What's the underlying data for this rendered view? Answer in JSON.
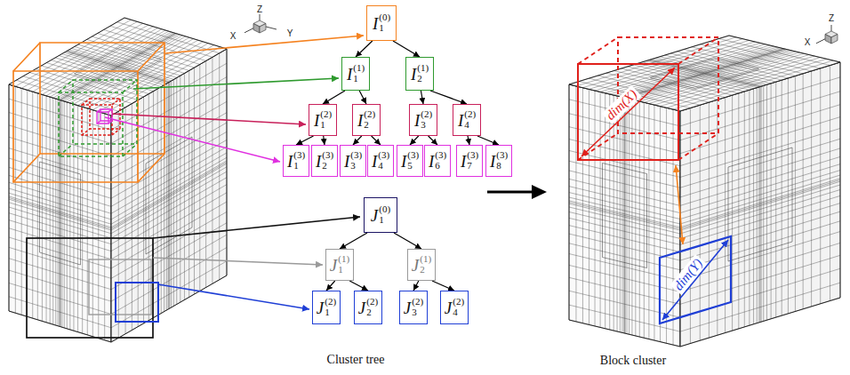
{
  "diagram": {
    "nodes": [
      {
        "text": [
          "I",
          "1",
          "(0)"
        ]
      },
      {
        "text": [
          "I",
          "1",
          "(1)"
        ]
      },
      {
        "text": [
          "I",
          "2",
          "(1)"
        ]
      },
      {
        "text": [
          "I",
          "1",
          "(2)"
        ]
      },
      {
        "text": [
          "I",
          "2",
          "(2)"
        ]
      },
      {
        "text": [
          "I",
          "3",
          "(2)"
        ]
      },
      {
        "text": [
          "I",
          "4",
          "(2)"
        ]
      },
      {
        "text": [
          "I",
          "1",
          "(3)"
        ]
      },
      {
        "text": [
          "I",
          "2",
          "(3)"
        ]
      },
      {
        "text": [
          "I",
          "3",
          "(3)"
        ]
      },
      {
        "text": [
          "I",
          "4",
          "(3)"
        ]
      },
      {
        "text": [
          "I",
          "5",
          "(3)"
        ]
      },
      {
        "text": [
          "I",
          "6",
          "(3)"
        ]
      },
      {
        "text": [
          "I",
          "7",
          "(3)"
        ]
      },
      {
        "text": [
          "I",
          "8",
          "(3)"
        ]
      },
      {
        "text": [
          "J",
          "1",
          "(0)"
        ]
      },
      {
        "text": [
          "J",
          "1",
          "(1)"
        ]
      },
      {
        "text": [
          "J",
          "2",
          "(1)"
        ]
      },
      {
        "text": [
          "J",
          "1",
          "(2)"
        ]
      },
      {
        "text": [
          "J",
          "2",
          "(2)"
        ]
      },
      {
        "text": [
          "J",
          "3",
          "(2)"
        ]
      },
      {
        "text": [
          "J",
          "4",
          "(2)"
        ]
      }
    ],
    "edges": [
      {
        "from": 0,
        "to": 1,
        "arrow": "to"
      },
      {
        "from": 0,
        "to": 2,
        "arrow": "to"
      },
      {
        "from": 1,
        "to": 3,
        "arrow": "to"
      },
      {
        "from": 1,
        "to": 4,
        "arrow": "to"
      },
      {
        "from": 2,
        "to": 5,
        "arrow": "to"
      },
      {
        "from": 2,
        "to": 6,
        "arrow": "to"
      },
      {
        "from": 3,
        "to": 7,
        "arrow": "to"
      },
      {
        "from": 3,
        "to": 8,
        "arrow": "to"
      },
      {
        "from": 4,
        "to": 9,
        "arrow": "to"
      },
      {
        "from": 4,
        "to": 10,
        "arrow": "to"
      },
      {
        "from": 5,
        "to": 11,
        "arrow": "to"
      },
      {
        "from": 5,
        "to": 12,
        "arrow": "to"
      },
      {
        "from": 6,
        "to": 13,
        "arrow": "to"
      },
      {
        "from": 6,
        "to": 14,
        "arrow": "to"
      },
      {
        "from": 15,
        "to": 16,
        "arrow": "to"
      },
      {
        "from": 15,
        "to": 17,
        "arrow": "to"
      },
      {
        "from": 16,
        "to": 18,
        "arrow": "to"
      },
      {
        "from": 16,
        "to": 19,
        "arrow": "to"
      },
      {
        "from": 17,
        "to": 20,
        "arrow": "to"
      },
      {
        "from": 17,
        "to": 21,
        "arrow": "to"
      }
    ],
    "labels": [
      "Z",
      "X",
      "Y",
      "Cluster tree",
      "Z",
      "X",
      "dim(X)",
      "dim(Y)",
      "Block cluster"
    ]
  }
}
